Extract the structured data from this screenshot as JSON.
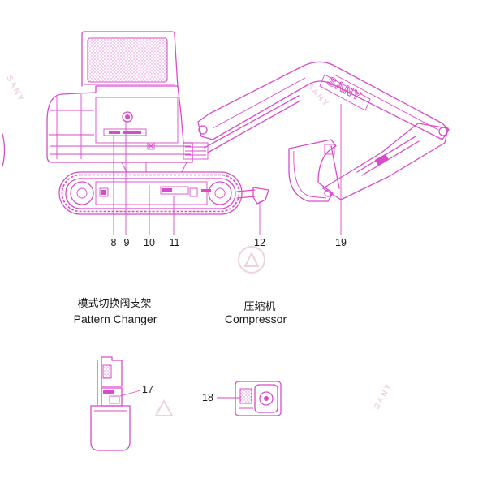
{
  "colors": {
    "line": "#d94bca",
    "text": "#1a1a1a",
    "watermark": "#edd3de",
    "background": "#ffffff"
  },
  "callouts": [
    {
      "number": "8"
    },
    {
      "number": "9"
    },
    {
      "number": "10"
    },
    {
      "number": "11"
    },
    {
      "number": "12"
    },
    {
      "number": "19"
    },
    {
      "number": "17"
    },
    {
      "number": "18"
    }
  ],
  "sections": {
    "pattern_changer": {
      "title_cn": "模式切换阀支架",
      "title_en": "Pattern Changer"
    },
    "compressor": {
      "title_cn": "压缩机",
      "title_en": "Compressor"
    }
  },
  "logos": {
    "boom_brand": "SANY",
    "watermark_text": "SANY"
  }
}
